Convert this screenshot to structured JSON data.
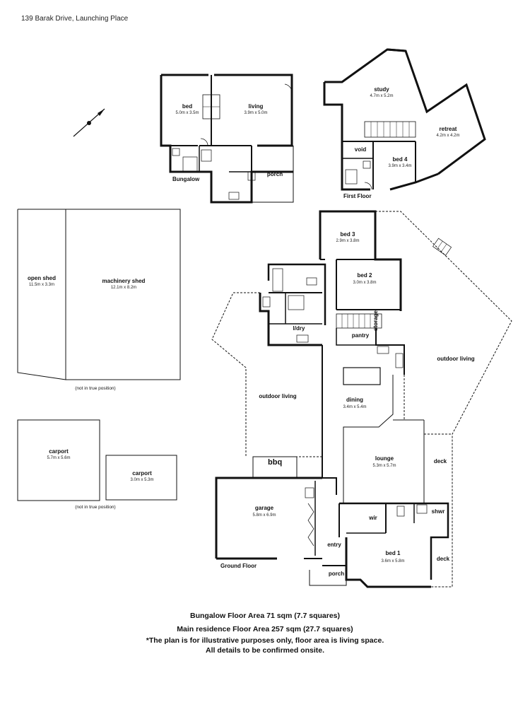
{
  "header": {
    "address": "139 Barak Drive, Launching Place"
  },
  "compass": {
    "icon": "compass-arrow-icon"
  },
  "bungalow": {
    "rooms": [
      {
        "name": "bed",
        "dim": "5.0m x 3.5m"
      },
      {
        "name": "living",
        "dim": "3.9m x 5.0m"
      },
      {
        "name": "porch",
        "dim": ""
      }
    ],
    "label": "Bungalow"
  },
  "first_floor": {
    "rooms": [
      {
        "name": "study",
        "dim": "4.7m x 5.2m"
      },
      {
        "name": "retreat",
        "dim": "4.2m x 4.2m"
      },
      {
        "name": "void",
        "dim": ""
      },
      {
        "name": "bed 4",
        "dim": "3.9m x 3.4m"
      }
    ],
    "label": "First Floor"
  },
  "sheds": {
    "open_shed": {
      "name": "open shed",
      "dim": "11.5m x 3.3m"
    },
    "machinery_shed": {
      "name": "machinery shed",
      "dim": "12.1m x 8.2m"
    },
    "note": "(not in true position)"
  },
  "carports": {
    "carport1": {
      "name": "carport",
      "dim": "5.7m x 5.6m"
    },
    "carport2": {
      "name": "carport",
      "dim": "3.0m x 5.3m"
    },
    "note": "(not in true position)"
  },
  "ground_floor": {
    "label": "Ground Floor",
    "rooms": {
      "bed3": {
        "name": "bed 3",
        "dim": "2.9m x 3.8m"
      },
      "bed2": {
        "name": "bed 2",
        "dim": "3.0m x 3.8m"
      },
      "ldry": {
        "name": "l/dry",
        "dim": ""
      },
      "storage": {
        "name": "storage",
        "dim": ""
      },
      "pantry": {
        "name": "pantry",
        "dim": ""
      },
      "outdoor_living_right": {
        "name": "outdoor living",
        "dim": ""
      },
      "outdoor_living_left": {
        "name": "outdoor living",
        "dim": ""
      },
      "dining": {
        "name": "dining",
        "dim": "3.4m x 5.4m"
      },
      "lounge": {
        "name": "lounge",
        "dim": "5.3m x 5.7m"
      },
      "deck1": {
        "name": "deck",
        "dim": ""
      },
      "deck2": {
        "name": "deck",
        "dim": ""
      },
      "bbq": {
        "name": "bbq",
        "dim": ""
      },
      "garage": {
        "name": "garage",
        "dim": "5.8m x 6.9m"
      },
      "wir": {
        "name": "wir",
        "dim": ""
      },
      "shwr": {
        "name": "shwr",
        "dim": ""
      },
      "entry": {
        "name": "entry",
        "dim": ""
      },
      "bed1": {
        "name": "bed 1",
        "dim": "3.6m x 5.8m"
      },
      "porch": {
        "name": "porch",
        "dim": ""
      }
    }
  },
  "footer": {
    "line1": "Bungalow  Floor Area 71 sqm (7.7 squares)",
    "line2": "Main residence Floor Area 257 sqm (27.7 squares)",
    "line3": "*The plan is for illustrative purposes only, floor area is living space.",
    "line4": "All details to be confirmed onsite."
  }
}
